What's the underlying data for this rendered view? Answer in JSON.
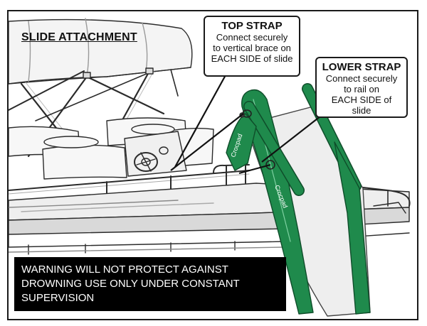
{
  "diagram": {
    "title": "SLIDE ATTACHMENT",
    "top_strap": {
      "heading": "TOP STRAP",
      "body": "Connect securely\nto vertical brace on\nEACH SIDE of slide"
    },
    "lower_strap": {
      "heading": "LOWER STRAP",
      "body": "Connect securely\nto rail on\nEACH SIDE of slide"
    },
    "slide_brand": "Crocpad",
    "warning": "WARNING WILL NOT PROTECT AGAINST DROWNING USE ONLY UNDER CONSTANT SUPERVISION",
    "colors": {
      "slide_green": "#1f8a4c",
      "slide_light": "#ececec",
      "line": "#2b2b2b",
      "warning_bg": "#000000",
      "warning_text": "#ffffff"
    }
  }
}
